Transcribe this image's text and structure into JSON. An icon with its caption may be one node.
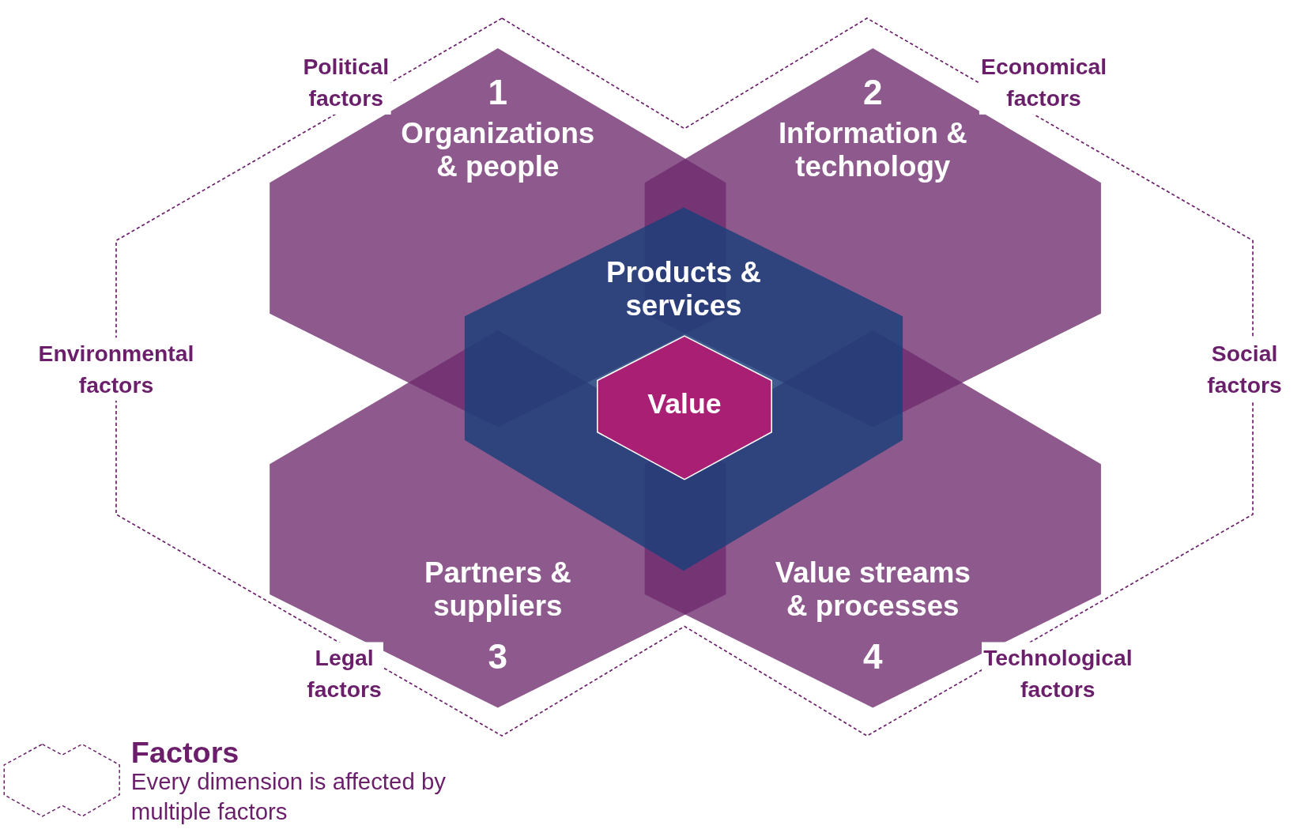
{
  "diagram": {
    "nodes": [
      {
        "text": [
          "1",
          "Organizations & people"
        ]
      },
      {
        "text": [
          "2",
          "Information & technology"
        ]
      },
      {
        "text": [
          "Partners & suppliers",
          "3"
        ]
      },
      {
        "text": [
          "Value streams & processes",
          "4"
        ]
      },
      {
        "text": [
          "Products & services"
        ]
      },
      {
        "text": [
          "Value"
        ],
        "in": 4
      }
    ],
    "edges": [],
    "labels": [
      "Political factors",
      "Economical factors",
      "Environmental factors",
      "Social factors",
      "Legal factors",
      "Technological factors",
      "Every dimension is affected by multiple factors"
    ],
    "legend": [
      {
        "text": "Factors"
      }
    ]
  }
}
